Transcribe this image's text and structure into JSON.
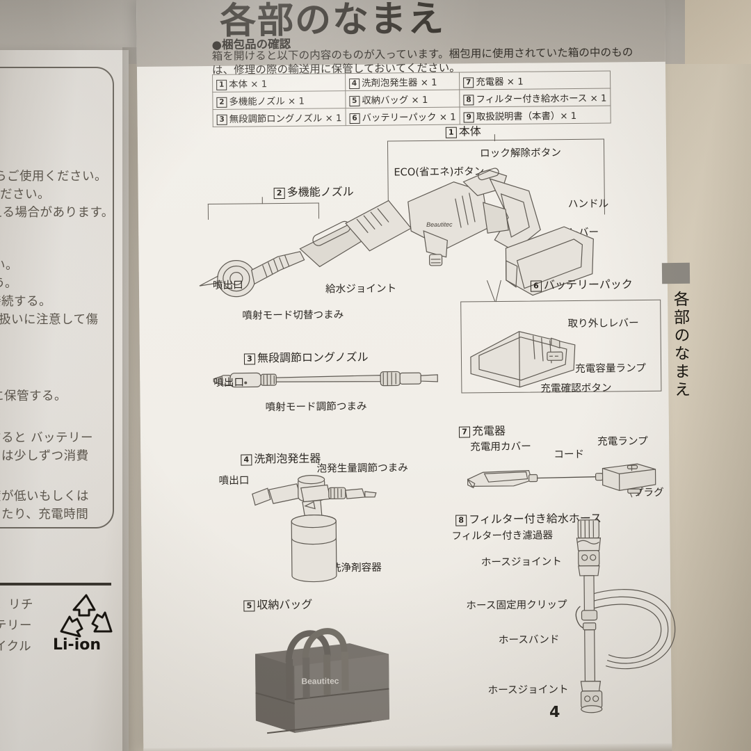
{
  "document": {
    "headline": "各部のなまえ",
    "side_tab": "各部のなまえ",
    "page_number": "4"
  },
  "section": {
    "title": "●梱包品の確認",
    "intro_line1": "箱を開けると以下の内容のものが入っています。梱包用に使用されていた箱の中のもの",
    "intro_line2": "は、修理の際の輸送用に保管しておいてください。"
  },
  "parts_table": {
    "rows": [
      [
        {
          "num": "1",
          "label": "本体 × 1"
        },
        {
          "num": "4",
          "label": "洗剤泡発生器 × 1"
        },
        {
          "num": "7",
          "label": "充電器 × 1"
        }
      ],
      [
        {
          "num": "2",
          "label": "多機能ノズル × 1"
        },
        {
          "num": "5",
          "label": "収納バッグ × 1"
        },
        {
          "num": "8",
          "label": "フィルター付き給水ホース × 1"
        }
      ],
      [
        {
          "num": "3",
          "label": "無段調節ロングノズル × 1"
        },
        {
          "num": "6",
          "label": "バッテリーパック × 1"
        },
        {
          "num": "9",
          "label": "取扱説明書（本書）× 1"
        }
      ]
    ]
  },
  "diagrams": {
    "main_body": {
      "num": "1",
      "title": "本体",
      "brand": "Beautitec",
      "callouts": {
        "eco_button": "ECO(省エネ)ボタン",
        "lock_release": "ロック解除ボタン",
        "handle": "ハンドル",
        "lever": "レバー"
      }
    },
    "multi_nozzle": {
      "num": "2",
      "title": "多機能ノズル",
      "callouts": {
        "outlet": "噴出口",
        "mode_switch": "噴射モード切替つまみ",
        "water_joint": "給水ジョイント"
      }
    },
    "long_nozzle": {
      "num": "3",
      "title": "無段調節ロングノズル",
      "callouts": {
        "outlet": "噴出口",
        "mode_adjust": "噴射モード調節つまみ"
      }
    },
    "foamer": {
      "num": "4",
      "title": "洗剤泡発生器",
      "callouts": {
        "outlet": "噴出口",
        "foam_adjust": "泡発生量調節つまみ",
        "detergent_tank": "洗浄剤容器"
      }
    },
    "storage_bag": {
      "num": "5",
      "title": "収納バッグ",
      "brand": "Beautitec"
    },
    "battery_pack": {
      "num": "6",
      "title": "バッテリーパック",
      "callouts": {
        "release_lever": "取り外しレバー",
        "capacity_lamp": "充電容量ランプ",
        "check_button": "充電確認ボタン"
      }
    },
    "charger": {
      "num": "7",
      "title": "充電器",
      "callouts": {
        "charge_cover": "充電用カバー",
        "cord": "コード",
        "charge_lamp": "充電ランプ",
        "plug": "プラグ"
      }
    },
    "water_hose": {
      "num": "8",
      "title": "フィルター付き給水ホース",
      "callouts": {
        "filter_strainer": "フィルター付き濾過器",
        "hose_joint_top": "ホースジョイント",
        "hose_clip": "ホース固定用クリップ",
        "hose_band": "ホースバンド",
        "hose_joint_bottom": "ホースジョイント"
      }
    }
  },
  "left_page": {
    "lines": [
      "らご使用ください。",
      "ください。",
      "える場合があります。",
      "い。",
      "う。",
      "接続する。",
      "取扱いに注意して傷",
      "。",
      "に保管する。",
      "すると バッテリー",
      "ーは少しずつ消費",
      "度が低いもしくは",
      "ったり、充電時間"
    ],
    "recycle": {
      "line1": "。リチ",
      "line2": "テリー",
      "line3": "イクル",
      "mark_label": "Li-ion"
    }
  },
  "colors": {
    "paper": "#f1eee8",
    "ink": "#2c2823",
    "line": "#5f5a53",
    "header_band": "#b0aaa2",
    "desk": "#cfc6b6"
  }
}
